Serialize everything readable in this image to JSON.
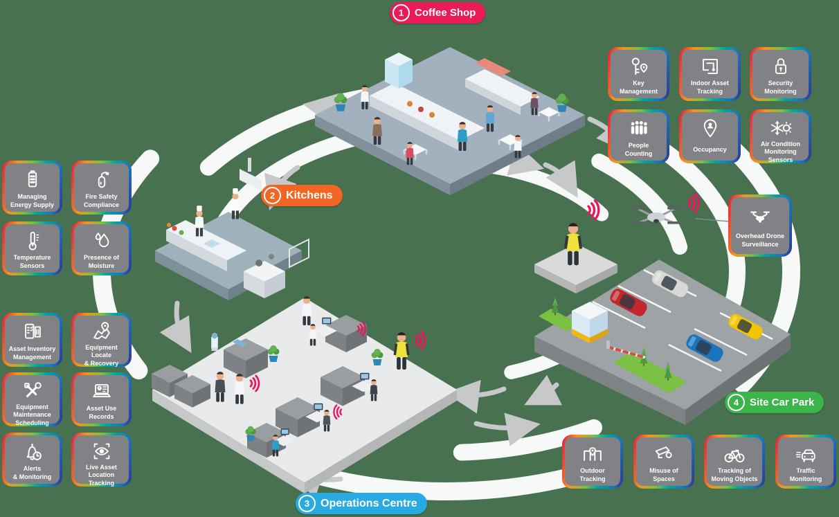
{
  "zones": [
    {
      "number": "1",
      "label": "Coffee Shop",
      "color": "#EA1B57"
    },
    {
      "number": "2",
      "label": "Kitchens",
      "color": "#F26522"
    },
    {
      "number": "3",
      "label": "Operations Centre",
      "color": "#29ABE2"
    },
    {
      "number": "4",
      "label": "Site Car Park",
      "color": "#3BB54A"
    }
  ],
  "tiles": {
    "left": [
      {
        "icon": "battery-icon",
        "label": "Managing\nEnergy Supply"
      },
      {
        "icon": "fire-extinguisher-icon",
        "label": "Fire Safety\nCompliance"
      },
      {
        "icon": "thermometer-icon",
        "label": "Temperature\nSensors"
      },
      {
        "icon": "moisture-drops-icon",
        "label": "Presence of\nMoisture"
      },
      {
        "icon": "asset-inventory-icon",
        "label": "Asset Inventory\nManagement"
      },
      {
        "icon": "map-pin-icon",
        "label": "Equipment Locate\n& Recovery"
      },
      {
        "icon": "tools-icon",
        "label": "Equipment\nMaintenance\nScheduling"
      },
      {
        "icon": "laptop-records-icon",
        "label": "Asset Use\nRecords"
      },
      {
        "icon": "bell-clock-icon",
        "label": "Alerts\n& Monitoring"
      },
      {
        "icon": "eye-scan-icon",
        "label": "Live Asset\nLocation Tracking"
      }
    ],
    "right_top": [
      {
        "icon": "key-pin-icon",
        "label": "Key\nManagement"
      },
      {
        "icon": "maze-pin-icon",
        "label": "Indoor Asset\nTracking"
      },
      {
        "icon": "padlock-icon",
        "label": "Security\nMonitoring"
      },
      {
        "icon": "people-icon",
        "label": "People\nCounting"
      },
      {
        "icon": "occupancy-pin-icon",
        "label": "Occupancy"
      },
      {
        "icon": "snowflake-sun-icon",
        "label": "Air Condition\nMonitoring Sensors"
      }
    ],
    "right_middle": [
      {
        "icon": "drone-icon",
        "label": "Overhead Drone\nSurveillance"
      }
    ],
    "bottom_right": [
      {
        "icon": "outdoor-pin-icon",
        "label": "Outdoor\nTracking"
      },
      {
        "icon": "cctv-icon",
        "label": "Misuse of\nSpaces"
      },
      {
        "icon": "bicycle-icon",
        "label": "Tracking of\nMoving Objects"
      },
      {
        "icon": "traffic-cars-icon",
        "label": "Traffic\nMonitoring"
      }
    ]
  },
  "colors": {
    "background": "#47714F",
    "tile_background": "#808285",
    "tile_border_gradient": [
      "#E21A45",
      "#F7941D",
      "#7AC143",
      "#00A79D",
      "#1B75BC"
    ],
    "signal_red": "#E8175D",
    "arc_white": "#FFFFFF",
    "arrow_gray": "#C6C8CA",
    "grass_green": "#7AC143",
    "car_red": "#C1272D",
    "car_silver": "#D8D8D4",
    "car_yellow": "#F2C500",
    "car_blue": "#1B75BC"
  },
  "scene": {
    "areas": [
      "coffee-shop",
      "kitchens",
      "operations-centre",
      "site-car-park"
    ],
    "figures": [
      "customers",
      "chefs",
      "office-workers",
      "security-guards-with-radio-signal",
      "overhead-drone"
    ]
  }
}
